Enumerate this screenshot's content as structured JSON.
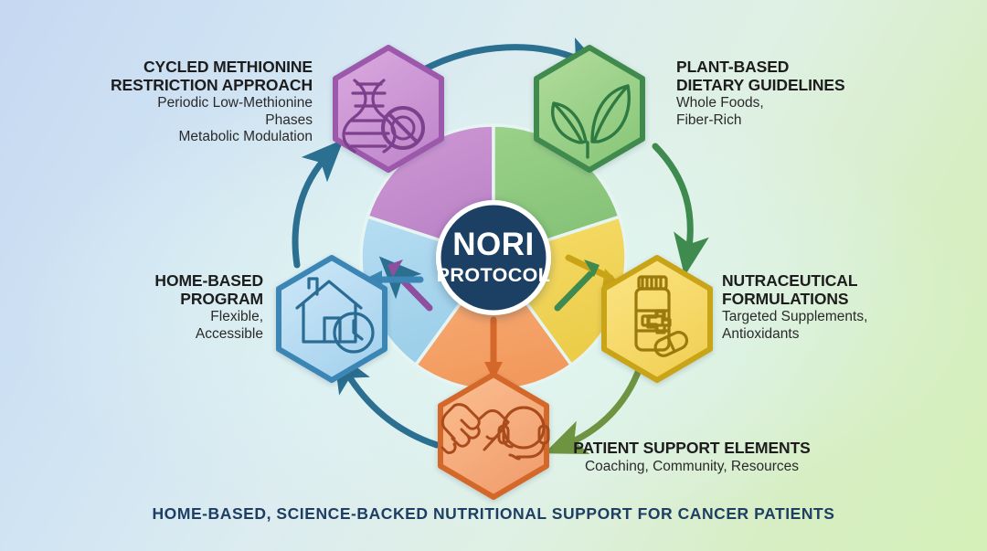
{
  "diagram": {
    "center": {
      "line1": "NORI",
      "line2": "PROTOCOL"
    },
    "footer": "HOME-BASED, SCIENCE-BACKED NUTRITIONAL SUPPORT FOR CANCER PATIENTS",
    "colors": {
      "center_circle": "#1e3f63",
      "center_ring": "#ffffff",
      "footer_text": "#1e3f63",
      "purple": "#c58ccb",
      "purple_dark": "#8e4f9e",
      "green": "#8dc87e",
      "green_dark": "#3f8a4e",
      "yellow": "#f2d55b",
      "yellow_dark": "#c9a417",
      "orange": "#f5a36a",
      "orange_dark": "#d4682a",
      "blue": "#a9d6ef",
      "blue_dark": "#3b86b5",
      "arrow_teal": "#2b6f91",
      "arrow_green": "#3f8a4e",
      "arrow_olive": "#6e9341"
    },
    "nodes": [
      {
        "id": "cycled-methionine",
        "title_line1": "CYCLED METHIONINE",
        "title_line2": "RESTRICTION APPROACH",
        "sub_line1": "Periodic Low-Methionine Phases",
        "sub_line2": "Metabolic Modulation",
        "icon": "dna-no-symbol-icon",
        "color": "purple",
        "align": "right"
      },
      {
        "id": "plant-based",
        "title_line1": "PLANT-BASED",
        "title_line2": "DIETARY GUIDELINES",
        "sub_line1": "Whole Foods,",
        "sub_line2": "Fiber-Rich",
        "icon": "leaf-icon",
        "color": "green",
        "align": "left"
      },
      {
        "id": "nutraceutical",
        "title_line1": "NUTRACEUTICAL",
        "title_line2": "FORMULATIONS",
        "sub_line1": "Targeted Supplements,",
        "sub_line2": "Antioxidants",
        "icon": "supplement-bottle-icon",
        "color": "yellow",
        "align": "left"
      },
      {
        "id": "patient-support",
        "title_line1": "PATIENT SUPPORT ELEMENTS",
        "title_line2": "",
        "sub_line1": "Coaching, Community, Resources",
        "sub_line2": "",
        "icon": "handshake-headset-icon",
        "color": "orange",
        "align": "center"
      },
      {
        "id": "home-based",
        "title_line1": "HOME-BASED",
        "title_line2": "PROGRAM",
        "sub_line1": "Flexible,",
        "sub_line2": "Accessible",
        "icon": "house-clock-icon",
        "color": "blue",
        "align": "right"
      }
    ]
  }
}
